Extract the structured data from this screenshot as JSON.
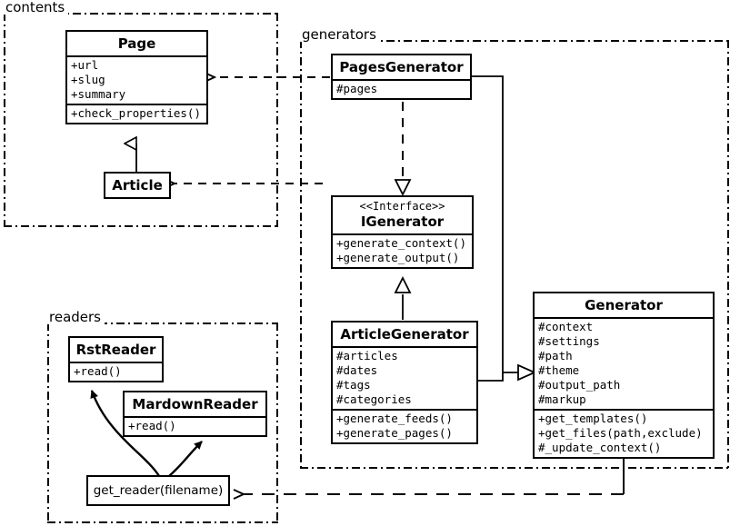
{
  "diagram": {
    "kind": "uml-class-diagram",
    "packages": [
      {
        "id": "contents",
        "label": "contents"
      },
      {
        "id": "generators",
        "label": "generators"
      },
      {
        "id": "readers",
        "label": "readers"
      }
    ],
    "classes": [
      {
        "id": "page",
        "package": "contents",
        "stereotype": "",
        "name": "Page",
        "attributes": [
          "+url",
          "+slug",
          "+summary"
        ],
        "methods": [
          "+check_properties()"
        ]
      },
      {
        "id": "article",
        "package": "contents",
        "stereotype": "",
        "name": "Article",
        "attributes": [],
        "methods": []
      },
      {
        "id": "pagesgenerator",
        "package": "generators",
        "stereotype": "",
        "name": "PagesGenerator",
        "attributes": [
          "#pages"
        ],
        "methods": []
      },
      {
        "id": "igenerator",
        "package": "generators",
        "stereotype": "<<Interface>>",
        "name": "IGenerator",
        "attributes": [],
        "methods": [
          "+generate_context()",
          "+generate_output()"
        ]
      },
      {
        "id": "articlegenerator",
        "package": "generators",
        "stereotype": "",
        "name": "ArticleGenerator",
        "attributes": [
          "#articles",
          "#dates",
          "#tags",
          "#categories"
        ],
        "methods": [
          "+generate_feeds()",
          "+generate_pages()"
        ]
      },
      {
        "id": "generator",
        "package": "generators",
        "stereotype": "",
        "name": "Generator",
        "attributes": [
          "#context",
          "#settings",
          "#path",
          "#theme",
          "#output_path",
          "#markup"
        ],
        "methods": [
          "+get_templates()",
          "+get_files(path,exclude)",
          "#_update_context()"
        ]
      },
      {
        "id": "rstreader",
        "package": "readers",
        "stereotype": "",
        "name": "RstReader",
        "attributes": [],
        "methods": [
          "+read()"
        ]
      },
      {
        "id": "mardownreader",
        "package": "readers",
        "stereotype": "",
        "name": "MardownReader",
        "attributes": [],
        "methods": [
          "+read()"
        ]
      }
    ],
    "functions": [
      {
        "id": "get_reader",
        "package": "readers",
        "label": "get_reader(filename)"
      }
    ],
    "relations": [
      {
        "from": "article",
        "to": "page",
        "type": "generalization",
        "style": "solid"
      },
      {
        "from": "pagesgenerator",
        "to": "page",
        "type": "dependency",
        "style": "dashed"
      },
      {
        "from": "articlegenerator",
        "to": "article",
        "type": "dependency",
        "style": "dashed"
      },
      {
        "from": "pagesgenerator",
        "to": "igenerator",
        "type": "realization",
        "style": "dashed"
      },
      {
        "from": "articlegenerator",
        "to": "igenerator",
        "type": "generalization",
        "style": "solid"
      },
      {
        "from": "pagesgenerator",
        "to": "generator",
        "type": "generalization",
        "style": "solid"
      },
      {
        "from": "articlegenerator",
        "to": "generator",
        "type": "generalization",
        "style": "solid"
      },
      {
        "from": "generator",
        "to": "get_reader",
        "type": "dependency",
        "style": "dashed"
      },
      {
        "from": "get_reader",
        "to": "rstreader",
        "type": "creates",
        "style": "curved"
      },
      {
        "from": "get_reader",
        "to": "mardownreader",
        "type": "creates",
        "style": "curved"
      }
    ],
    "colors": {
      "stroke": "#000000",
      "background": "#ffffff",
      "text": "#000000"
    }
  }
}
